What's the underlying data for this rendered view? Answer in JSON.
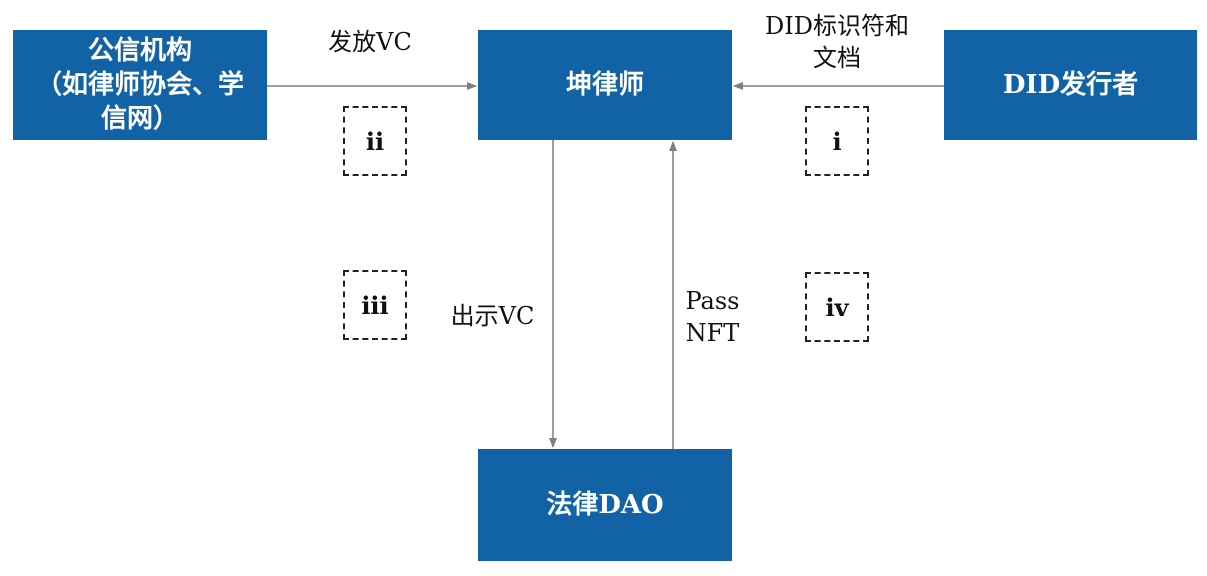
{
  "nodes": {
    "institution": [
      "公信机构",
      "（如律师协会、学",
      "信网）"
    ],
    "kun_lawyer": "坤律师",
    "did_issuer": "DID发行者",
    "law_dao": "法律DAO"
  },
  "edges": {
    "issue_vc": "发放VC",
    "did_doc": [
      "DID标识符和",
      "文档"
    ],
    "show_vc": "出示VC",
    "pass_nft": [
      "Pass",
      "NFT"
    ]
  },
  "markers": {
    "i": "i",
    "ii": "ii",
    "iii": "iii",
    "iv": "iv"
  },
  "colors": {
    "node_fill": "#1263a6",
    "node_text": "#ffffff",
    "arrow": "#7f7f7f"
  }
}
